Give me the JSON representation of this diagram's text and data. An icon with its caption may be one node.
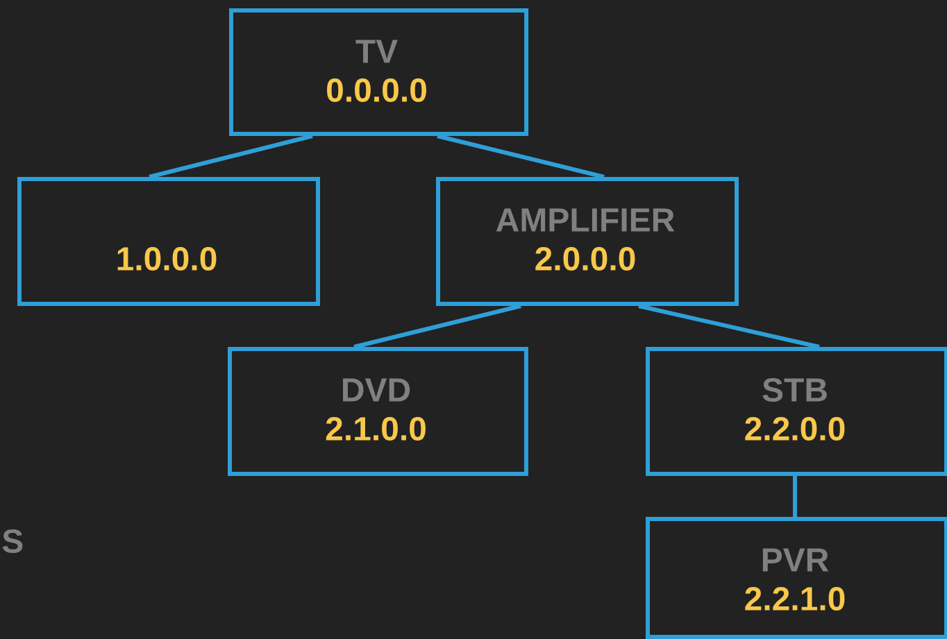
{
  "diagram": {
    "nodes": [
      {
        "text": [
          "TV",
          "0.0.0.0"
        ]
      },
      {
        "text": [
          "1.0.0.0"
        ]
      },
      {
        "text": [
          "AMPLIFIER",
          "2.0.0.0"
        ]
      },
      {
        "text": [
          "DVD",
          "2.1.0.0"
        ]
      },
      {
        "text": [
          "STB",
          "2.2.0.0"
        ]
      },
      {
        "text": [
          "PVR",
          "2.2.1.0"
        ]
      }
    ],
    "edges": [
      {
        "from": 0,
        "to": 1,
        "arrow": "none"
      },
      {
        "from": 0,
        "to": 2,
        "arrow": "none"
      },
      {
        "from": 2,
        "to": 3,
        "arrow": "none"
      },
      {
        "from": 2,
        "to": 4,
        "arrow": "none"
      },
      {
        "from": 4,
        "to": 5,
        "arrow": "none"
      }
    ],
    "labels": [
      "S"
    ]
  }
}
